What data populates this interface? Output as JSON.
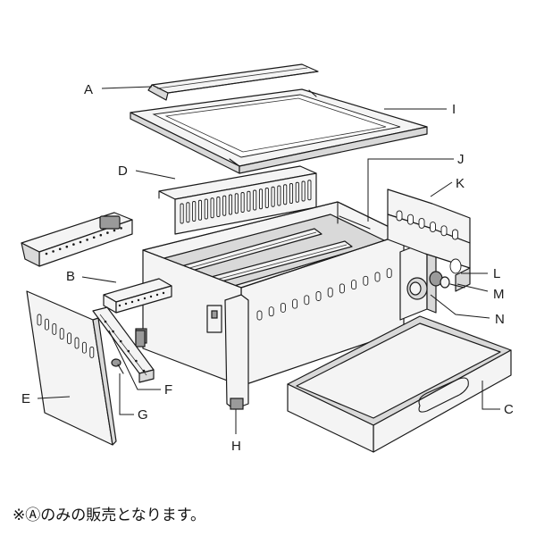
{
  "callouts": {
    "A": "A",
    "B": "B",
    "C": "C",
    "D": "D",
    "E": "E",
    "F": "F",
    "G": "G",
    "H": "H",
    "I": "I",
    "J": "J",
    "K": "K",
    "L": "L",
    "M": "M",
    "N": "N"
  },
  "footnote": "※Ⓐのみの販売となります。"
}
